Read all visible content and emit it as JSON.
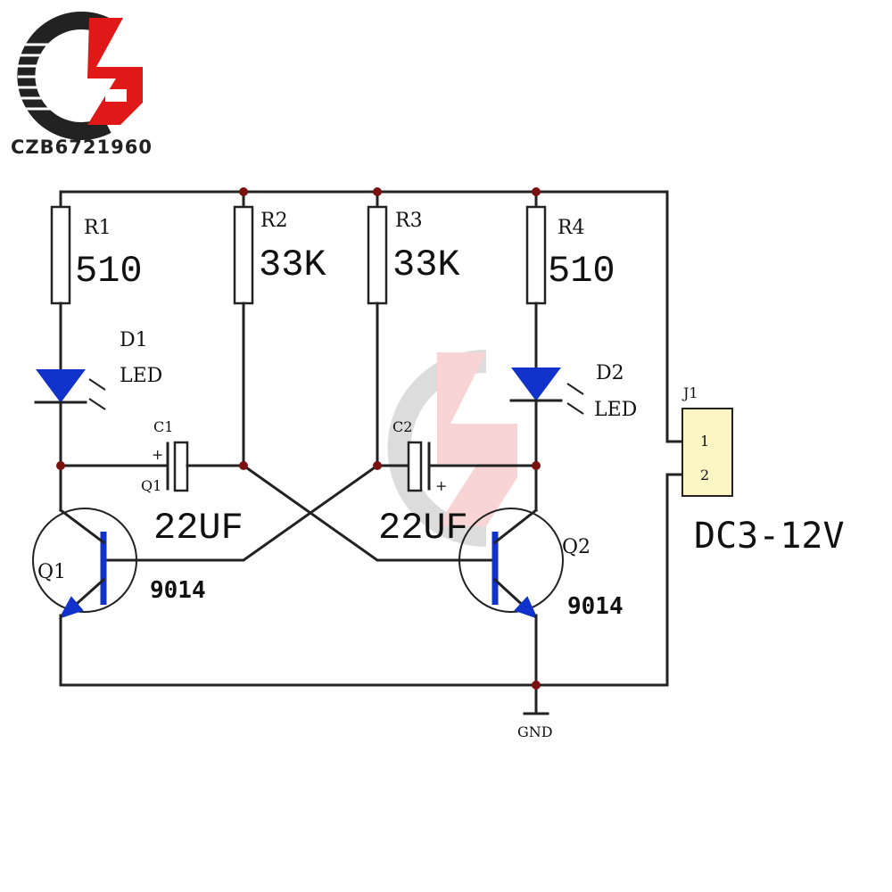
{
  "brand": {
    "text": "CZB6721960",
    "logo_colors": {
      "dark": "#222222",
      "red": "#e01818"
    }
  },
  "components": {
    "r1": {
      "ref": "R1",
      "value": "510"
    },
    "r2": {
      "ref": "R2",
      "value": "33K"
    },
    "r3": {
      "ref": "R3",
      "value": "33K"
    },
    "r4": {
      "ref": "R4",
      "value": "510"
    },
    "d1": {
      "ref": "D1",
      "type": "LED"
    },
    "d2": {
      "ref": "D2",
      "type": "LED"
    },
    "c1": {
      "ref": "C1",
      "value": "22UF",
      "tag": "Q1",
      "plus": "+"
    },
    "c2": {
      "ref": "C2",
      "value": "22UF",
      "plus": "+"
    },
    "q1": {
      "ref": "Q1",
      "part": "9014"
    },
    "q2": {
      "ref": "Q2",
      "part": "9014"
    },
    "j1": {
      "ref": "J1",
      "pins": [
        "1",
        "2"
      ]
    }
  },
  "supply": {
    "label": "DC3-12V"
  },
  "ground": {
    "label": "GND"
  },
  "colors": {
    "led": "#1133cc",
    "connector": "#fbf6c4",
    "junction": "#7a1010"
  }
}
